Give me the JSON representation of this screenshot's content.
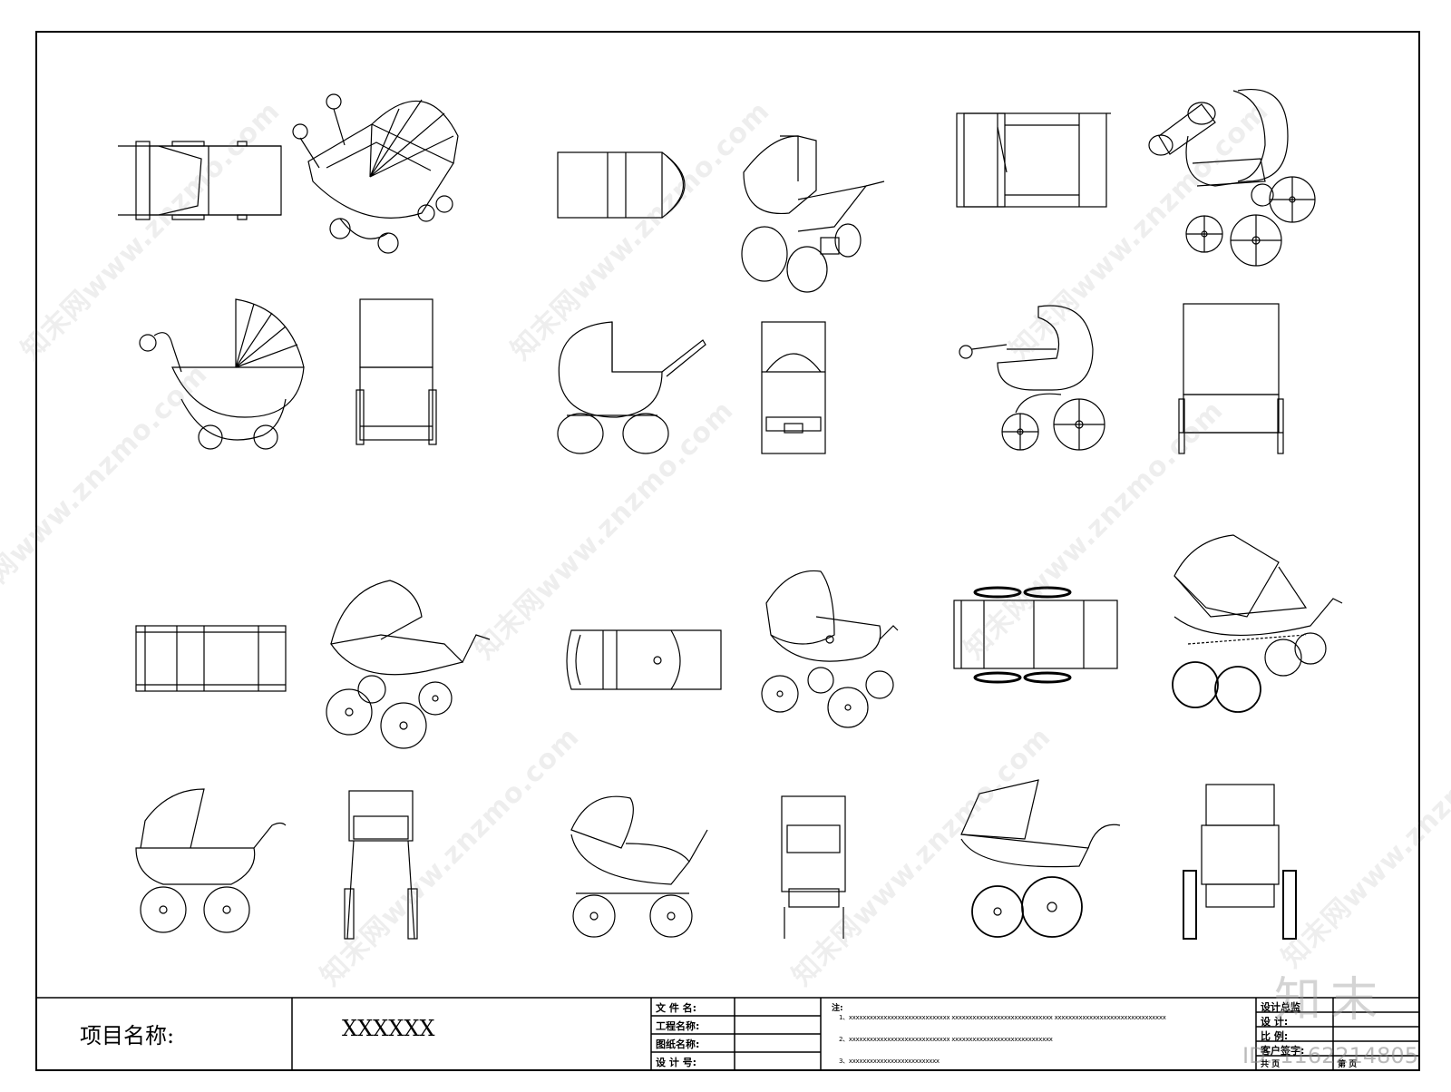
{
  "title_block": {
    "project_label": "项目名称:",
    "project_value": "XXXXXX",
    "file_fields": [
      "文 件 名:",
      "工程名称:",
      "图纸名称:",
      "设 计 号:"
    ],
    "notes_label": "注:",
    "notes": [
      "1、xxxxxxxxxxxxxxxxxxxxxxxxxxxxx  xxxxxxxxxxxxxxxxxxxxxxxxxxxxx  xxxxxxxxxxxxxxxxxxxxxxxxxxxxxxxx",
      "2、xxxxxxxxxxxxxxxxxxxxxxxxxxxxx  xxxxxxxxxxxxxxxxxxxxxxxxxxxxx",
      "3、xxxxxxxxxxxxxxxxxxxxxxxxxx"
    ],
    "sign_fields": [
      "设计总监",
      "设   计:",
      "比   例:",
      "客户签字:",
      "共      页",
      "第     页"
    ]
  },
  "watermark": {
    "text": "知末网www.znzmo.com",
    "logo": "知末",
    "id_label": "ID: 1162214805"
  },
  "drawings": [
    "stroller-plan-1",
    "stroller-iso-1",
    "stroller-plan-2",
    "stroller-iso-2",
    "stroller-plan-3",
    "stroller-iso-3",
    "stroller-side-4",
    "stroller-front-4",
    "stroller-side-5",
    "stroller-front-5",
    "stroller-side-6",
    "stroller-front-6",
    "pram-plan-7",
    "pram-iso-7",
    "pram-plan-8",
    "pram-iso-8",
    "pram-plan-9",
    "pram-iso-9",
    "pram-side-10",
    "pram-front-10",
    "pram-side-11",
    "pram-front-11",
    "pram-side-12",
    "pram-front-12"
  ]
}
